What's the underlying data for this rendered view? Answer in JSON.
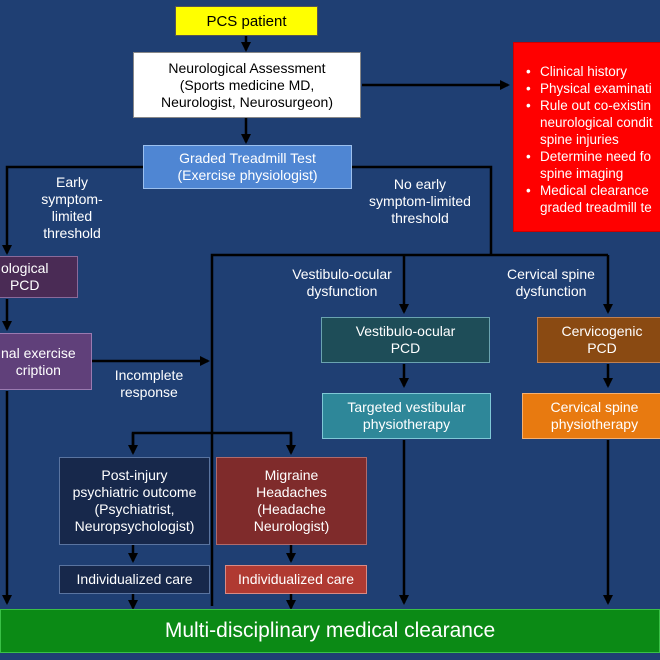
{
  "nodes": {
    "pcs_patient": "PCS patient",
    "neuro_assessment": "Neurological Assessment\n(Sports medicine MD,\nNeurologist, Neurosurgeon)",
    "treadmill": "Graded Treadmill Test\n(Exercise physiologist)",
    "physiological_pcd": "ological\nPCD",
    "exercise_prescription": "nal exercise\ncription",
    "vestibulo_pcd": "Vestibulo-ocular\nPCD",
    "cervicogenic_pcd": "Cervicogenic\nPCD",
    "vestibular_physio": "Targeted vestibular\nphysiotherapy",
    "cervical_physio": "Cervical spine\nphysiotherapy",
    "psychiatric": "Post-injury\npsychiatric outcome\n(Psychiatrist,\nNeuropsychologist)",
    "migraine": "Migraine\nHeadaches\n(Headache\nNeurologist)",
    "individualized_care_blue": "Individualized care",
    "individualized_care_red": "Individualized care",
    "clearance": "Multi-disciplinary medical clearance"
  },
  "labels": {
    "early_threshold": "Early\nsymptom-\nlimited\nthreshold",
    "no_early_threshold": "No early\nsymptom-limited\nthreshold",
    "vestibulo_dysfunction": "Vestibulo-ocular\ndysfunction",
    "cervical_dysfunction": "Cervical spine\ndysfunction",
    "incomplete_response": "Incomplete\nresponse"
  },
  "assessment_items": [
    "Clinical history",
    "Physical examinati",
    "Rule out co-existin\nneurological condit\nspine injuries",
    "Determine need fo\nspine imaging",
    "Medical clearance\ngraded treadmill te"
  ],
  "colors": {
    "background": "#1f3f73",
    "pcs_patient": "#ffff00",
    "treadmill": "#4f86d3",
    "physiological": "#4a2b55",
    "exercise": "#60407a",
    "vestibulo": "#1e4d58",
    "cervicogenic": "#8a4a12",
    "vestibular_physio": "#2e8799",
    "cervical_physio": "#e87a10",
    "dark_box": "#17284b",
    "migraine": "#7f2b2b",
    "red_care": "#b03a32",
    "assessment_list": "#ff0000",
    "clearance": "#0b8a15"
  }
}
